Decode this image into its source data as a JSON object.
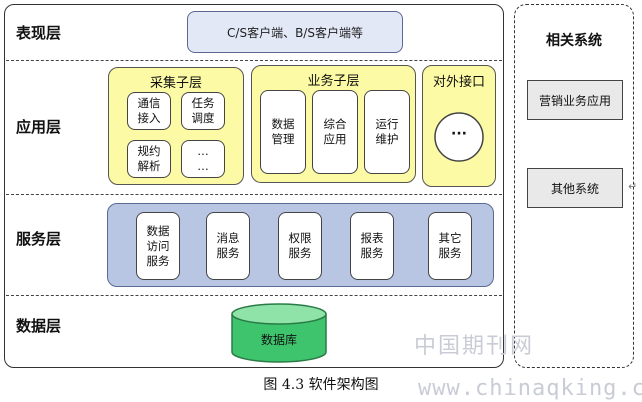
{
  "layers": {
    "presentation": "表现层",
    "application": "应用层",
    "service": "服务层",
    "data": "数据层"
  },
  "presentation_box": "C/S客户端、B/S客户端等",
  "application": {
    "collect": {
      "title": "采集子层",
      "items": [
        "通信\n接入",
        "任务\n调度",
        "规约\n解析",
        "…\n…"
      ]
    },
    "business": {
      "title": "业务子层",
      "items": [
        "数据\n管理",
        "综合\n应用",
        "运行\n维护"
      ]
    },
    "external": {
      "title": "对外接口",
      "ellipsis": "···"
    }
  },
  "services": [
    "数据\n访问\n服务",
    "消息\n服务",
    "权限\n服务",
    "报表\n服务",
    "其它\n服务"
  ],
  "database": "数据库",
  "related": {
    "title": "相关系统",
    "items": [
      "营销业务应用",
      "其他系统"
    ]
  },
  "caption": "图 4.3 软件架构图",
  "watermark": {
    "cn": "中国期刊网",
    "url": "www.chinaqking.com"
  },
  "colors": {
    "presentation_fill": "#e3e8f7",
    "yellow_fill": "#fcfaa4",
    "service_fill": "#b8c6e3",
    "database_fill": "#3ec46d",
    "side_box_fill": "#e9e9e9"
  }
}
